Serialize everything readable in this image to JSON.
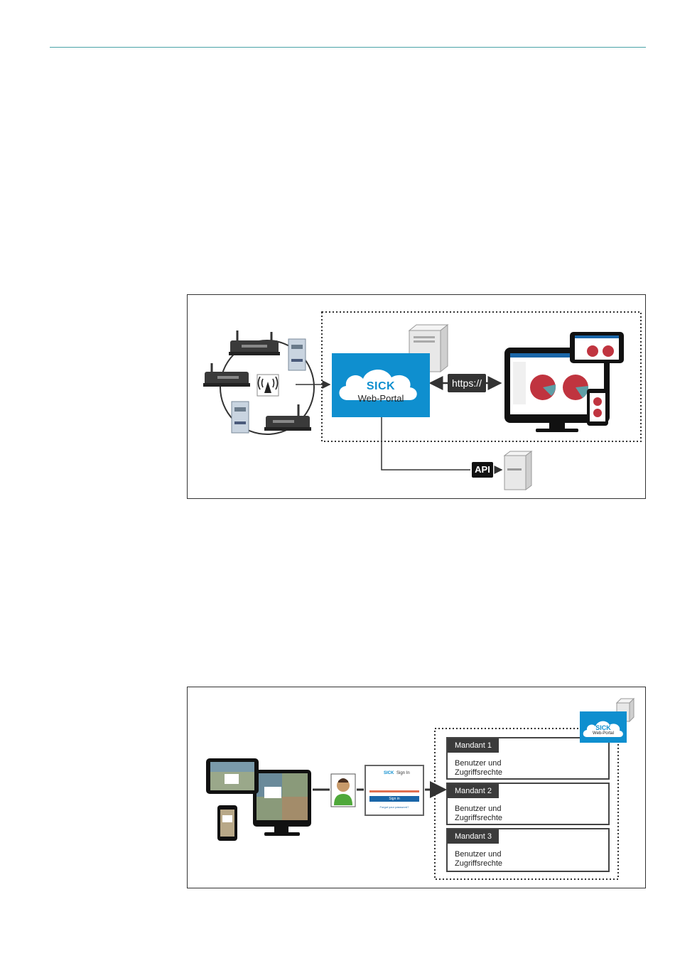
{
  "figure1": {
    "sick_logo": "SICK",
    "portal_label": "Web-Portal",
    "protocol_label": "https://",
    "api_label": "API"
  },
  "figure2": {
    "sick_logo": "SICK",
    "portal_label": "Web-Portal",
    "login_brand": "SICK",
    "login_title": "Sign In",
    "login_button": "Sign in",
    "login_link": "Forgot your password?",
    "mandants": [
      {
        "title": "Mandant 1",
        "text": "Benutzer und\nZugriffsrechte"
      },
      {
        "title": "Mandant 2",
        "text": "Benutzer und\nZugriffsrechte"
      },
      {
        "title": "Mandant 3",
        "text": "Benutzer und\nZugriffsrechte"
      }
    ]
  },
  "colors": {
    "accent_rule": "#4aa3a8",
    "sick_blue": "#0f8fcf",
    "pie_red": "#c0343f",
    "pie_teal": "#5f9ea6"
  }
}
